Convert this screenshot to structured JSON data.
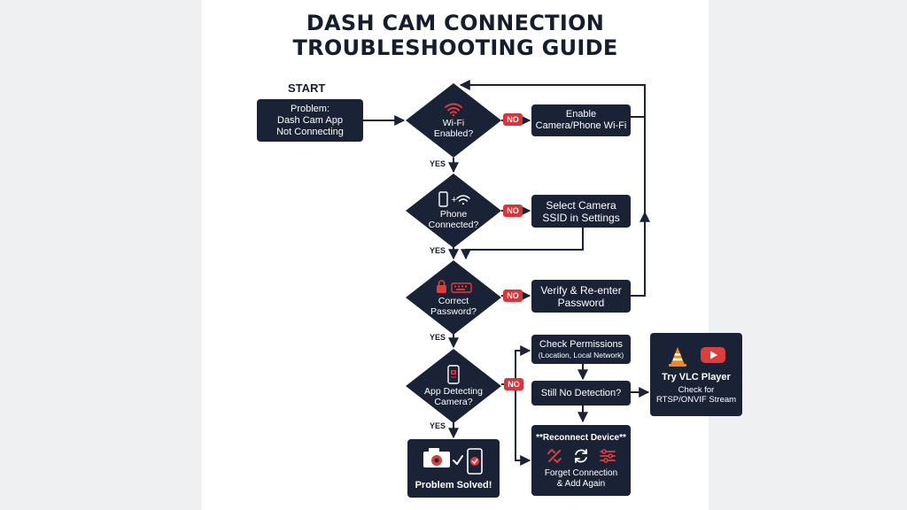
{
  "title": {
    "line1": "DASH CAM CONNECTION",
    "line2": "TROUBLESHOOTING GUIDE"
  },
  "start_label": "START",
  "problem": {
    "line1": "Problem:",
    "line2": "Dash Cam App",
    "line3": "Not Connecting"
  },
  "decisions": {
    "wifi": {
      "line1": "Wi-Fi",
      "line2": "Enabled?",
      "icon": "wifi-icon"
    },
    "phone": {
      "line1": "Phone",
      "line2": "Connected?",
      "icon": "phone-wifi-icon"
    },
    "password": {
      "line1": "Correct",
      "line2": "Password?",
      "icon": "lock-keyboard-icon"
    },
    "app": {
      "line1": "App Detecting",
      "line2": "Camera?",
      "icon": "phone-camera-icon"
    }
  },
  "actions": {
    "enable_wifi": {
      "line1": "Enable",
      "line2": "Camera/Phone Wi-Fi"
    },
    "select_ssid": {
      "line1": "Select Camera",
      "line2": "SSID in Settings"
    },
    "verify_password": {
      "line1": "Verify & Re-enter",
      "line2": "Password"
    },
    "check_permissions": {
      "line1": "Check Permissions",
      "line2": "(Location, Local Network)"
    },
    "still_no_detection": {
      "line1": "Still No Detection?"
    },
    "reconnect": {
      "line1": "**Reconnect Device**",
      "line2": "Forget Connection",
      "line3": "& Add Again"
    },
    "vlc": {
      "line1": "Try VLC Player",
      "line2": "Check for",
      "line3": "RTSP/ONVIF Stream"
    },
    "solved": {
      "line1": "Problem Solved!"
    }
  },
  "labels": {
    "yes": "YES",
    "no": "NO"
  },
  "colors": {
    "node": "#1a2235",
    "no_badge": "#d9343a",
    "accent_icon": "#e23b3b",
    "line": "#1a2235"
  }
}
